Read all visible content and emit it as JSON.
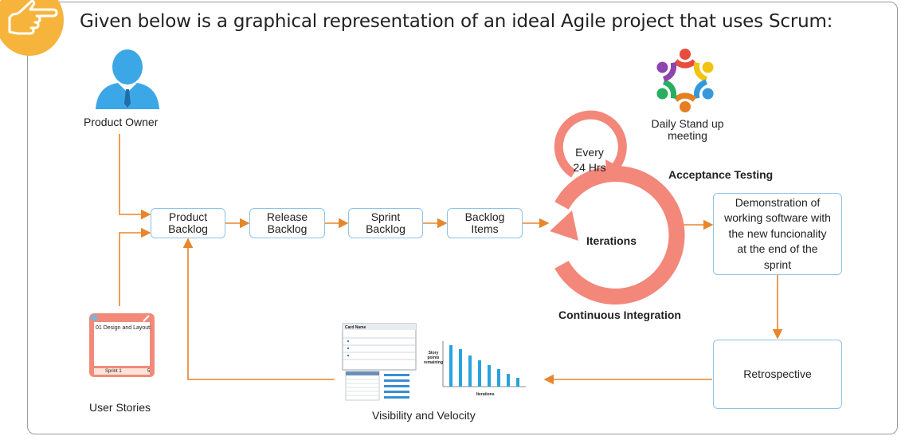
{
  "title": "Given below is a graphical representation of an ideal Agile project that uses Scrum:",
  "icons": {
    "badge": "pointing-hand-icon",
    "owner": "business-person-icon",
    "meeting": "team-circle-icon",
    "story": "story-card-icon",
    "velocity": "velocity-chart-icon"
  },
  "colors": {
    "arrow": "#e8862b",
    "cycle": "#f2877a",
    "box_border": "#8fc3e6",
    "badge": "#f6b43c",
    "person": "#3ba7e6"
  },
  "product_owner": "Product Owner",
  "user_stories": "User Stories",
  "story_card": {
    "heading": "01 Design and Layout:",
    "sprint": "Sprint 1",
    "number": "5"
  },
  "flow": {
    "product_backlog": [
      "Product",
      "Backlog"
    ],
    "release_backlog": [
      "Release",
      "Backlog"
    ],
    "sprint_backlog": [
      "Sprint",
      "Backlog"
    ],
    "backlog_items": [
      "Backlog",
      "Items"
    ]
  },
  "daily_standup": [
    "Daily Stand up",
    "meeting"
  ],
  "every": [
    "Every",
    "24 Hrs"
  ],
  "iterations": "Iterations",
  "acceptance_testing": "Acceptance Testing",
  "continuous_integration": "Continuous Integration",
  "demonstration": [
    "Demonstration of",
    "working software with",
    "the new funcionality",
    "at the end of the",
    "sprint"
  ],
  "retrospective": "Retrospective",
  "visibility_velocity": "Visibility and Velocity",
  "chart_labels": {
    "ylabel": [
      "Story",
      "points",
      "remaining"
    ],
    "xlabel": "Iterations",
    "card_title": "Card Name"
  }
}
